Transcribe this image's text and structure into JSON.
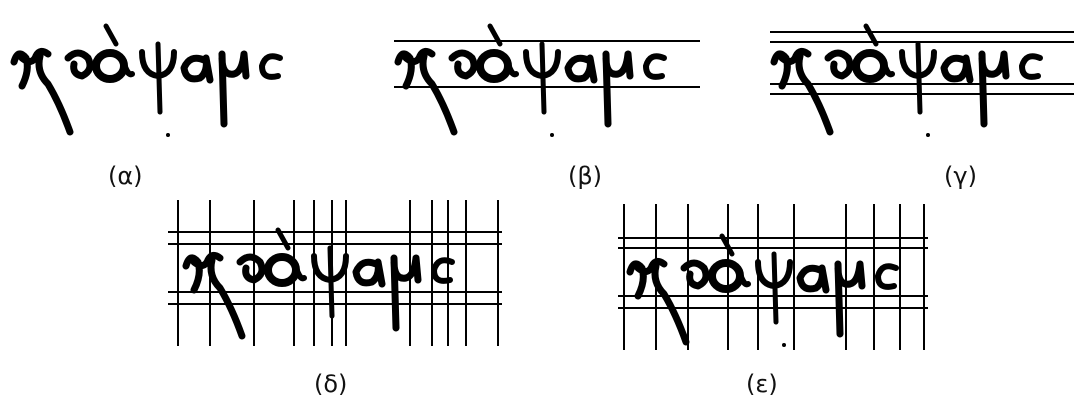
{
  "figure": {
    "word": "γράψαμε",
    "panels": [
      {
        "id": "a",
        "label": "(α)",
        "guides": "none"
      },
      {
        "id": "b",
        "label": "(β)",
        "guides": "two horizontal baselines"
      },
      {
        "id": "c",
        "label": "(γ)",
        "guides": "four horizontal baselines"
      },
      {
        "id": "d",
        "label": "(δ)",
        "guides": "four horizontal baselines with vertical character segmentation lines"
      },
      {
        "id": "e",
        "label": "(ε)",
        "guides": "four horizontal baselines with refined vertical segmentation lines"
      }
    ],
    "colors": {
      "ink": "#000000",
      "background": "#ffffff"
    }
  }
}
